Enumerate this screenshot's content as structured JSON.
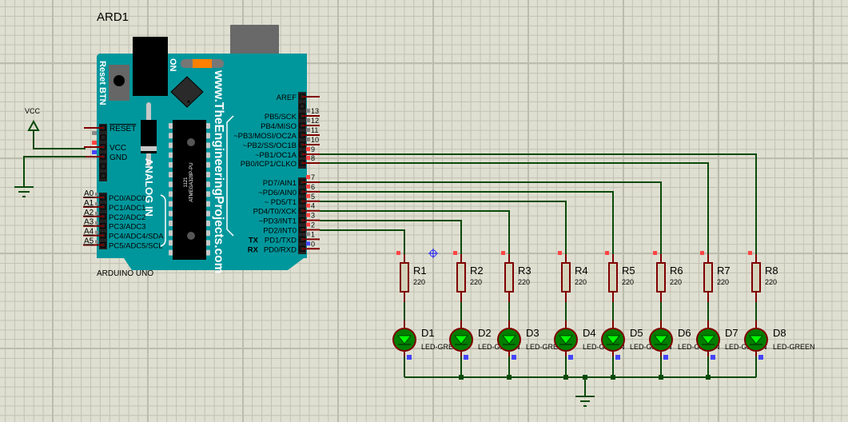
{
  "schematic": {
    "component_ref": "ARD1",
    "component_type": "ARDUINO UNO",
    "board": {
      "reset_label": "Reset BTN",
      "on_label": "ON",
      "website_label": "www.TheEngineeringProjects.com",
      "analog_label": "ANALOG IN",
      "chip_code": "1121",
      "chip_name": "ATMEGA328P-PU",
      "left_power_pins": [
        "RESET",
        "VCC",
        "GND"
      ],
      "analog_pins": [
        {
          "num": "A0",
          "label": "PC0/ADC0"
        },
        {
          "num": "A1",
          "label": "PC1/ADC1"
        },
        {
          "num": "A2",
          "label": "PC2/ADC2"
        },
        {
          "num": "A3",
          "label": "PC3/ADC3"
        },
        {
          "num": "A4",
          "label": "PC4/ADC4/SDA"
        },
        {
          "num": "A5",
          "label": "PC5/ADC5/SCL"
        }
      ],
      "aref_label": "AREF",
      "digital_pins_high": [
        {
          "num": "13",
          "label": "PB5/SCK"
        },
        {
          "num": "12",
          "label": "PB4/MISO"
        },
        {
          "num": "11",
          "label": "~PB3/MOSI/OC2A"
        },
        {
          "num": "10",
          "label": "~PB2/SS/OC1B"
        },
        {
          "num": "9",
          "label": "~PB1/OC1A"
        },
        {
          "num": "8",
          "label": "PB0/ICP1/CLKO"
        }
      ],
      "digital_pins_low": [
        {
          "num": "7",
          "label": "PD7/AIN1"
        },
        {
          "num": "6",
          "label": "~PD6/AIN0"
        },
        {
          "num": "5",
          "label": "~ PD5/T1"
        },
        {
          "num": "4",
          "label": "PD4/T0/XCK"
        },
        {
          "num": "3",
          "label": "~PD3/INT1"
        },
        {
          "num": "2",
          "label": "PD2/INT0"
        },
        {
          "num": "1",
          "label": "PD1/TXD",
          "prefix": "TX"
        },
        {
          "num": "0",
          "label": "PD0/RXD",
          "prefix": "RX"
        }
      ]
    },
    "power": {
      "vcc_label": "VCC"
    },
    "resistors": [
      {
        "ref": "R1",
        "value": "220",
        "pin": "2"
      },
      {
        "ref": "R2",
        "value": "220",
        "pin": "3"
      },
      {
        "ref": "R3",
        "value": "220",
        "pin": "4"
      },
      {
        "ref": "R4",
        "value": "220",
        "pin": "5"
      },
      {
        "ref": "R5",
        "value": "220",
        "pin": "6"
      },
      {
        "ref": "R6",
        "value": "220",
        "pin": "7"
      },
      {
        "ref": "R7",
        "value": "220",
        "pin": "8"
      },
      {
        "ref": "R8",
        "value": "220",
        "pin": "9"
      }
    ],
    "leds": [
      {
        "ref": "D1",
        "type": "LED-GREEN"
      },
      {
        "ref": "D2",
        "type": "LED-GREEN"
      },
      {
        "ref": "D3",
        "type": "LED-GREEN"
      },
      {
        "ref": "D4",
        "type": "LED-GREEN"
      },
      {
        "ref": "D5",
        "type": "LED-GREEN"
      },
      {
        "ref": "D6",
        "type": "LED-GREEN"
      },
      {
        "ref": "D7",
        "type": "LED-GREEN"
      },
      {
        "ref": "D8",
        "type": "LED-GREEN"
      }
    ],
    "colors": {
      "board": "#00979c",
      "wire": "#0a4a0a",
      "pin": "#7f0000",
      "led_fill": "#007f00",
      "led_glyph": "#00ff00",
      "resistor_fill": "#d4d4bc",
      "pin_high": "#ff4444",
      "pin_low": "#4444ff"
    }
  }
}
